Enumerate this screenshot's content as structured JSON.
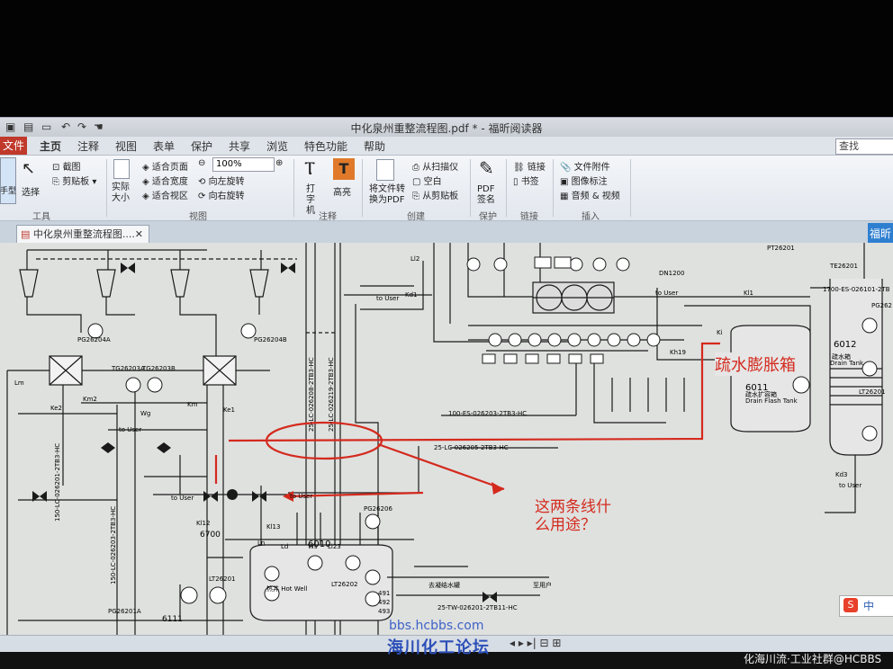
{
  "window": {
    "title": "中化泉州重整流程图.pdf * - 福昕阅读器"
  },
  "menu": {
    "file": "文件",
    "items": [
      "主页",
      "注释",
      "视图",
      "表单",
      "保护",
      "共享",
      "浏览",
      "特色功能",
      "帮助"
    ]
  },
  "search": {
    "placeholder": "查找"
  },
  "ribbon": {
    "hand_label": "手型",
    "select_label": "选择",
    "snapshot": "截图",
    "clipboard": "剪贴板",
    "tools_group": "工具",
    "actual_size": "实际大小",
    "fit_page": "适合页面",
    "fit_width": "适合宽度",
    "fit_visible": "适合视区",
    "zoom": "100%",
    "rotate_left": "向左旋转",
    "rotate_right": "向右旋转",
    "view_group": "视图",
    "typewriter": "打字机",
    "highlight": "高亮",
    "comment_group": "注释",
    "convert_pdf": "将文件转换为PDF",
    "from_scanner": "从扫描仪",
    "blank": "空白",
    "from_clipboard": "从剪贴板",
    "create_group": "创建",
    "pdf_sign": "PDF签名",
    "protect_group": "保护",
    "link": "链接",
    "bookmark": "书签",
    "links_group": "链接",
    "file_attach": "文件附件",
    "image_mark": "图像标注",
    "audio_video": "音频 & 视频",
    "insert_group": "插入"
  },
  "doc_tab": {
    "label": "中化泉州重整流程图...."
  },
  "side_button": "福昕",
  "annotations": {
    "box_label": "疏水膨胀箱",
    "question_line1": "这两条线什",
    "question_line2": "么用途？"
  },
  "drawing": {
    "tags": [
      "PG26204A",
      "TG26203A",
      "TG26203B",
      "PG26204B",
      "Ke2",
      "Km2",
      "Km",
      "Wg",
      "Ke1",
      "Lm",
      "to User",
      "to User",
      "Kl12",
      "6700",
      "Kl13",
      "Ln",
      "Ld",
      "Ws",
      "Ll23",
      "PG26206",
      "6010",
      "LT26201",
      "LT26202",
      "6111",
      "PG26201A",
      "DN1200",
      "Kd1",
      "Ll2",
      "Kl1",
      "Ki",
      "Kh19",
      "PT26201",
      "TE26201",
      "6012",
      "6011",
      "LT26201",
      "Kd3",
      "to User",
      "PG262"
    ],
    "lines": [
      "150-LC-026201-2TB3-HC",
      "150-LC-026203-2TB3-HC",
      "25-LC-026208-2TB3-HC",
      "25-LC-026219-2TB3-HC",
      "100-ES-026203-2TB3-HC",
      "25-LC-026205-2TB3-HC",
      "1700-ES-026101-2TB",
      "25-TW-026201-2TB11-HC"
    ],
    "vessels": {
      "hot_well": "热井 Hot Well",
      "drain_flash": "Drain Flash Tank",
      "drain_tank": "Drain Tank",
      "drain_flash_cn": "疏水扩容箱",
      "drain_tank_cn": "疏水箱"
    },
    "misc_tags": [
      "491",
      "492",
      "493",
      "to User",
      "to User",
      "to User",
      "去凝结水罐",
      "至用户"
    ]
  },
  "watermark": {
    "url": "bbs.hcbbs.com",
    "forum": "海川化工论坛",
    "credit": "化海川流·工业社群@HCBBS"
  },
  "colors": {
    "accent_red": "#d42a1e",
    "ribbon_bg": "#e8ecf1",
    "file_tab": "#c0392b",
    "blue_button": "#2f7fd0"
  }
}
